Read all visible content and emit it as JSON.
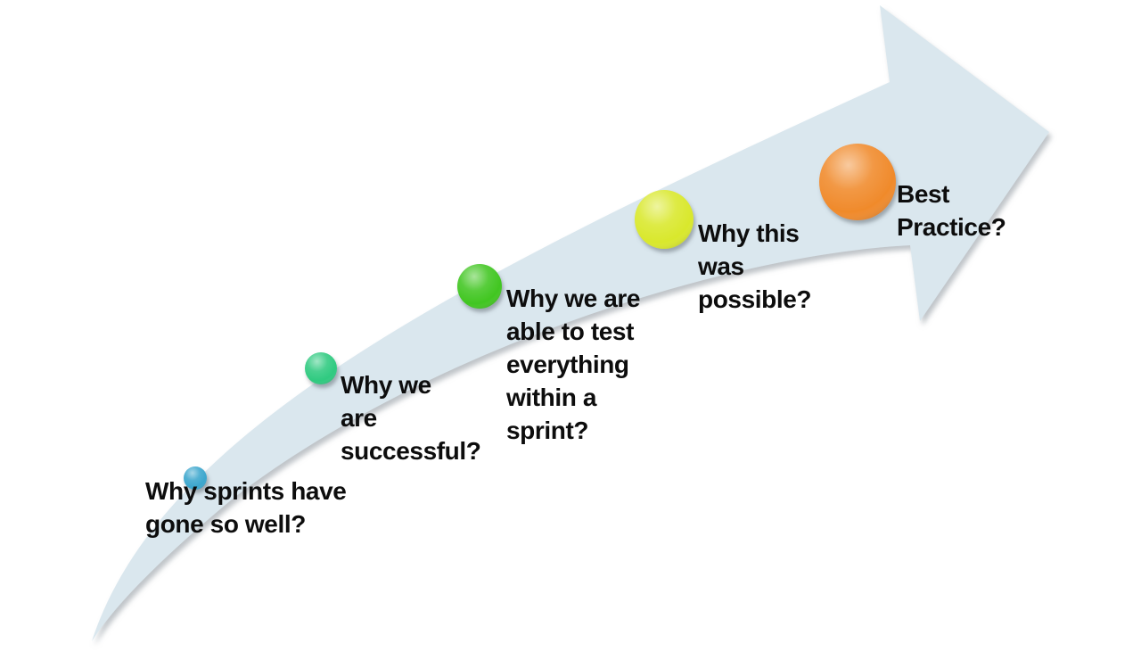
{
  "diagram": {
    "kind": "growth-swoosh-arrow",
    "background_color": "#ffffff",
    "arrow": {
      "fill": "#dae7ee",
      "shadow_color": "#8a939b"
    },
    "text_color": "#0d0d0d",
    "steps": [
      {
        "id": 1,
        "label": "Why sprints have\ngone so well?",
        "dot_color": "#3ba6cd"
      },
      {
        "id": 2,
        "label": "Why we\nare\nsuccessful?",
        "dot_color": "#2fca80"
      },
      {
        "id": 3,
        "label": "Why we are\nable to test\neverything\nwithin a\nsprint?",
        "dot_color": "#41c621"
      },
      {
        "id": 4,
        "label": "Why this\nwas\npossible?",
        "dot_color": "#d9e82c"
      },
      {
        "id": 5,
        "label": "Best\nPractice?",
        "dot_color": "#f08a2b"
      }
    ]
  }
}
